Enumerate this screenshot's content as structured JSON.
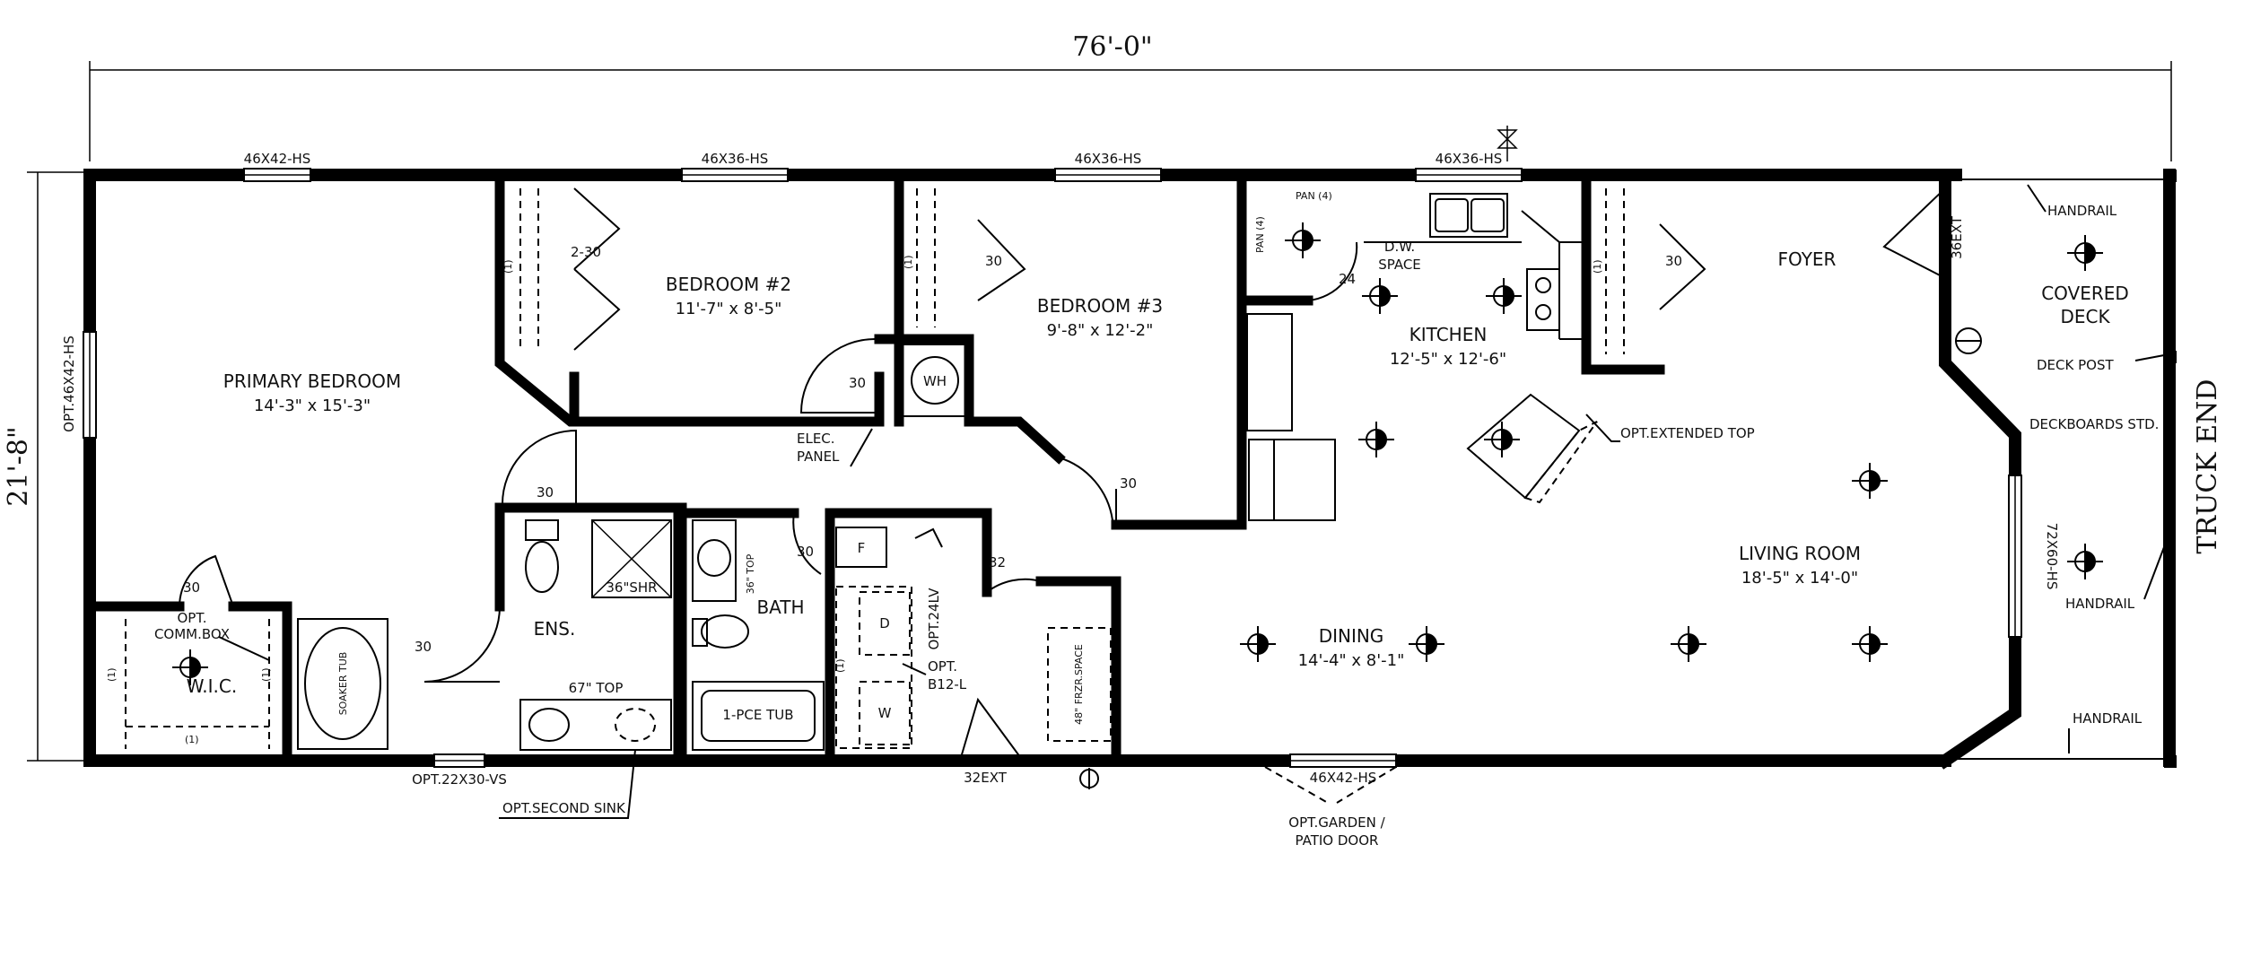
{
  "dimensions": {
    "length": "76'-0\"",
    "width": "21'-8\""
  },
  "rooms": {
    "primary_bedroom": {
      "name": "PRIMARY BEDROOM",
      "size": "14'-3\" x 15'-3\""
    },
    "bedroom2": {
      "name": "BEDROOM #2",
      "size": "11'-7\" x 8'-5\""
    },
    "bedroom3": {
      "name": "BEDROOM #3",
      "size": "9'-8\" x 12'-2\""
    },
    "kitchen": {
      "name": "KITCHEN",
      "size": "12'-5\" x 12'-6\""
    },
    "foyer": {
      "name": "FOYER"
    },
    "living": {
      "name": "LIVING ROOM",
      "size": "18'-5\" x 14'-0\""
    },
    "dining": {
      "name": "DINING",
      "size": "14'-4\" x 8'-1\""
    },
    "ens": {
      "name": "ENS."
    },
    "bath": {
      "name": "BATH"
    },
    "wic": {
      "name": "W.I.C."
    },
    "covered_deck": {
      "line1": "COVERED",
      "line2": "DECK"
    }
  },
  "windows": {
    "w1": "46X42-HS",
    "w2": "46X36-HS",
    "w3": "46X36-HS",
    "w4": "46X36-HS",
    "w5": "OPT.46X42-HS",
    "w6": "72X60-HS",
    "w7": "46X42-HS",
    "w8": "OPT.22X30-VS"
  },
  "doors": {
    "d_bed2_closet": "2-30",
    "d_bed3_closet": "30",
    "d_bed2": "30",
    "d_bed3": "30",
    "d_ens_top": "30",
    "d_ens": "30",
    "d_bath": "30",
    "d_laundry": "32",
    "d_wic": "30",
    "d_kitchen": "24",
    "d_foyer_closet": "30",
    "ext_front": "36EXT",
    "ext_side": "32EXT"
  },
  "labels": {
    "elec_1": "ELEC.",
    "elec_2": "PANEL",
    "wh": "WH",
    "pan1": "PAN (4)",
    "pan2": "PAN (4)",
    "dw_1": "D.W.",
    "dw_2": "SPACE",
    "opt_ext_top": "OPT.EXTENDED TOP",
    "handrail_1": "HANDRAIL",
    "handrail_2": "HANDRAIL",
    "handrail_3": "HANDRAIL",
    "deck_post": "DECK POST",
    "deckboards": "DECKBOARDS STD.",
    "truck_end": "TRUCK END",
    "opt_comm_1": "OPT.",
    "opt_comm_2": "COMM.BOX",
    "soaker": "SOAKER TUB",
    "shower": "36\"SHR",
    "top67": "67\" TOP",
    "top36": "36\" TOP",
    "tub": "1-PCE TUB",
    "opt_24lv": "OPT.24LV",
    "opt_b12_1": "OPT.",
    "opt_b12_2": "B12-L",
    "frz": "48\" FRZR.SPACE",
    "second_sink": "OPT.SECOND SINK",
    "garden_1": "OPT.GARDEN /",
    "garden_2": "PATIO DOOR",
    "f": "F",
    "d": "D",
    "w": "W",
    "shelf": "(1)"
  }
}
